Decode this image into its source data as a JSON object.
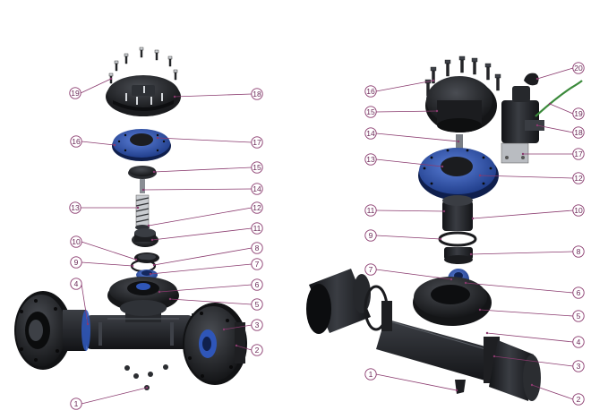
{
  "left_view": {
    "callouts": [
      "19",
      "18",
      "16",
      "17",
      "15",
      "14",
      "13",
      "12",
      "11",
      "10",
      "9",
      "8",
      "7",
      "6",
      "5",
      "4",
      "3",
      "2",
      "1"
    ]
  },
  "right_view": {
    "callouts": [
      "16",
      "20",
      "15",
      "19",
      "18",
      "14",
      "13",
      "17",
      "12",
      "11",
      "10",
      "9",
      "8",
      "7",
      "6",
      "5",
      "4",
      "3",
      "2",
      "1"
    ]
  },
  "colors": {
    "part_black": "#1e1f22",
    "part_dark": "#2c2e33",
    "part_mid": "#45484e",
    "highlight": "#6d7178",
    "blue": "#2f56b8",
    "blue_dark": "#1d3a86",
    "leader": "#8a3a6e",
    "label": "#6a2a57",
    "hose": "#3b8a3b"
  }
}
